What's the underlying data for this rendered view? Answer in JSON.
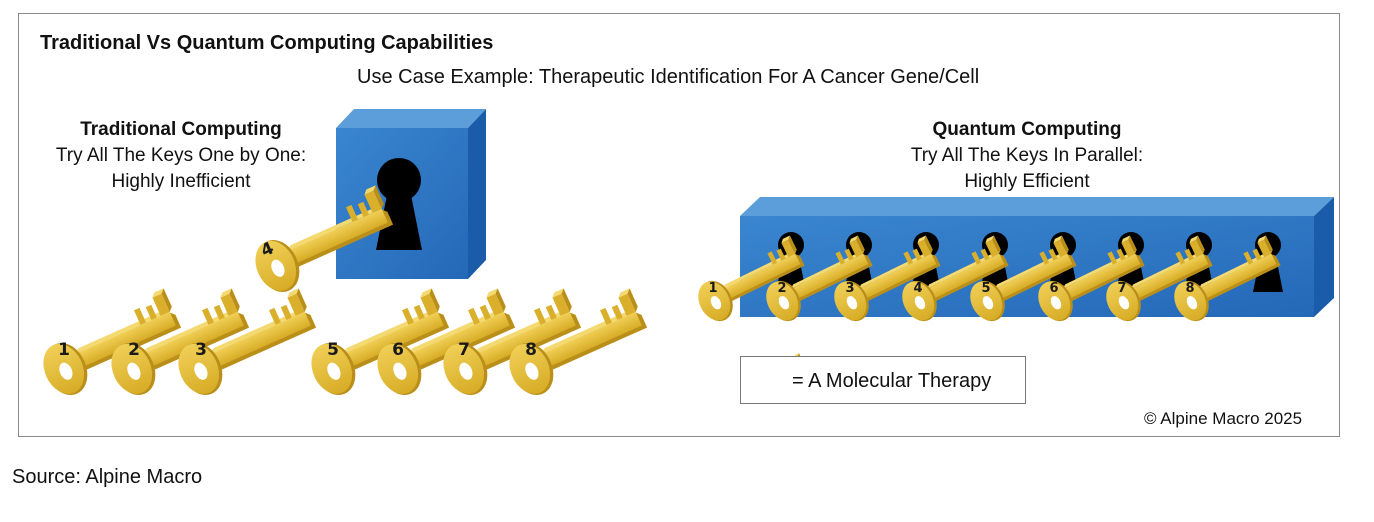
{
  "title": "Traditional Vs Quantum Computing Capabilities",
  "subtitle": "Use Case Example: Therapeutic Identification For A Cancer Gene/Cell",
  "traditional": {
    "heading": "Traditional Computing",
    "line1": "Try All The Keys One by One:",
    "line2": "Highly Inefficient",
    "keys": [
      "1",
      "2",
      "3",
      "4",
      "5",
      "6",
      "7",
      "8"
    ]
  },
  "quantum": {
    "heading": "Quantum Computing",
    "line1": "Try All The Keys In Parallel:",
    "line2": "Highly Efficient",
    "keys": [
      "1",
      "2",
      "3",
      "4",
      "5",
      "6",
      "7",
      "8"
    ]
  },
  "legend": {
    "label": "= A Molecular Therapy",
    "icon": "key-icon"
  },
  "copyright": "© Alpine Macro 2025",
  "source": "Source: Alpine Macro",
  "colors": {
    "key_gold": "#E3BC36",
    "key_shade": "#B98F1A",
    "block_blue": "#2E7CC9",
    "block_top": "#5A9BD8",
    "block_side": "#1B5FAE",
    "keyhole": "#000000"
  }
}
